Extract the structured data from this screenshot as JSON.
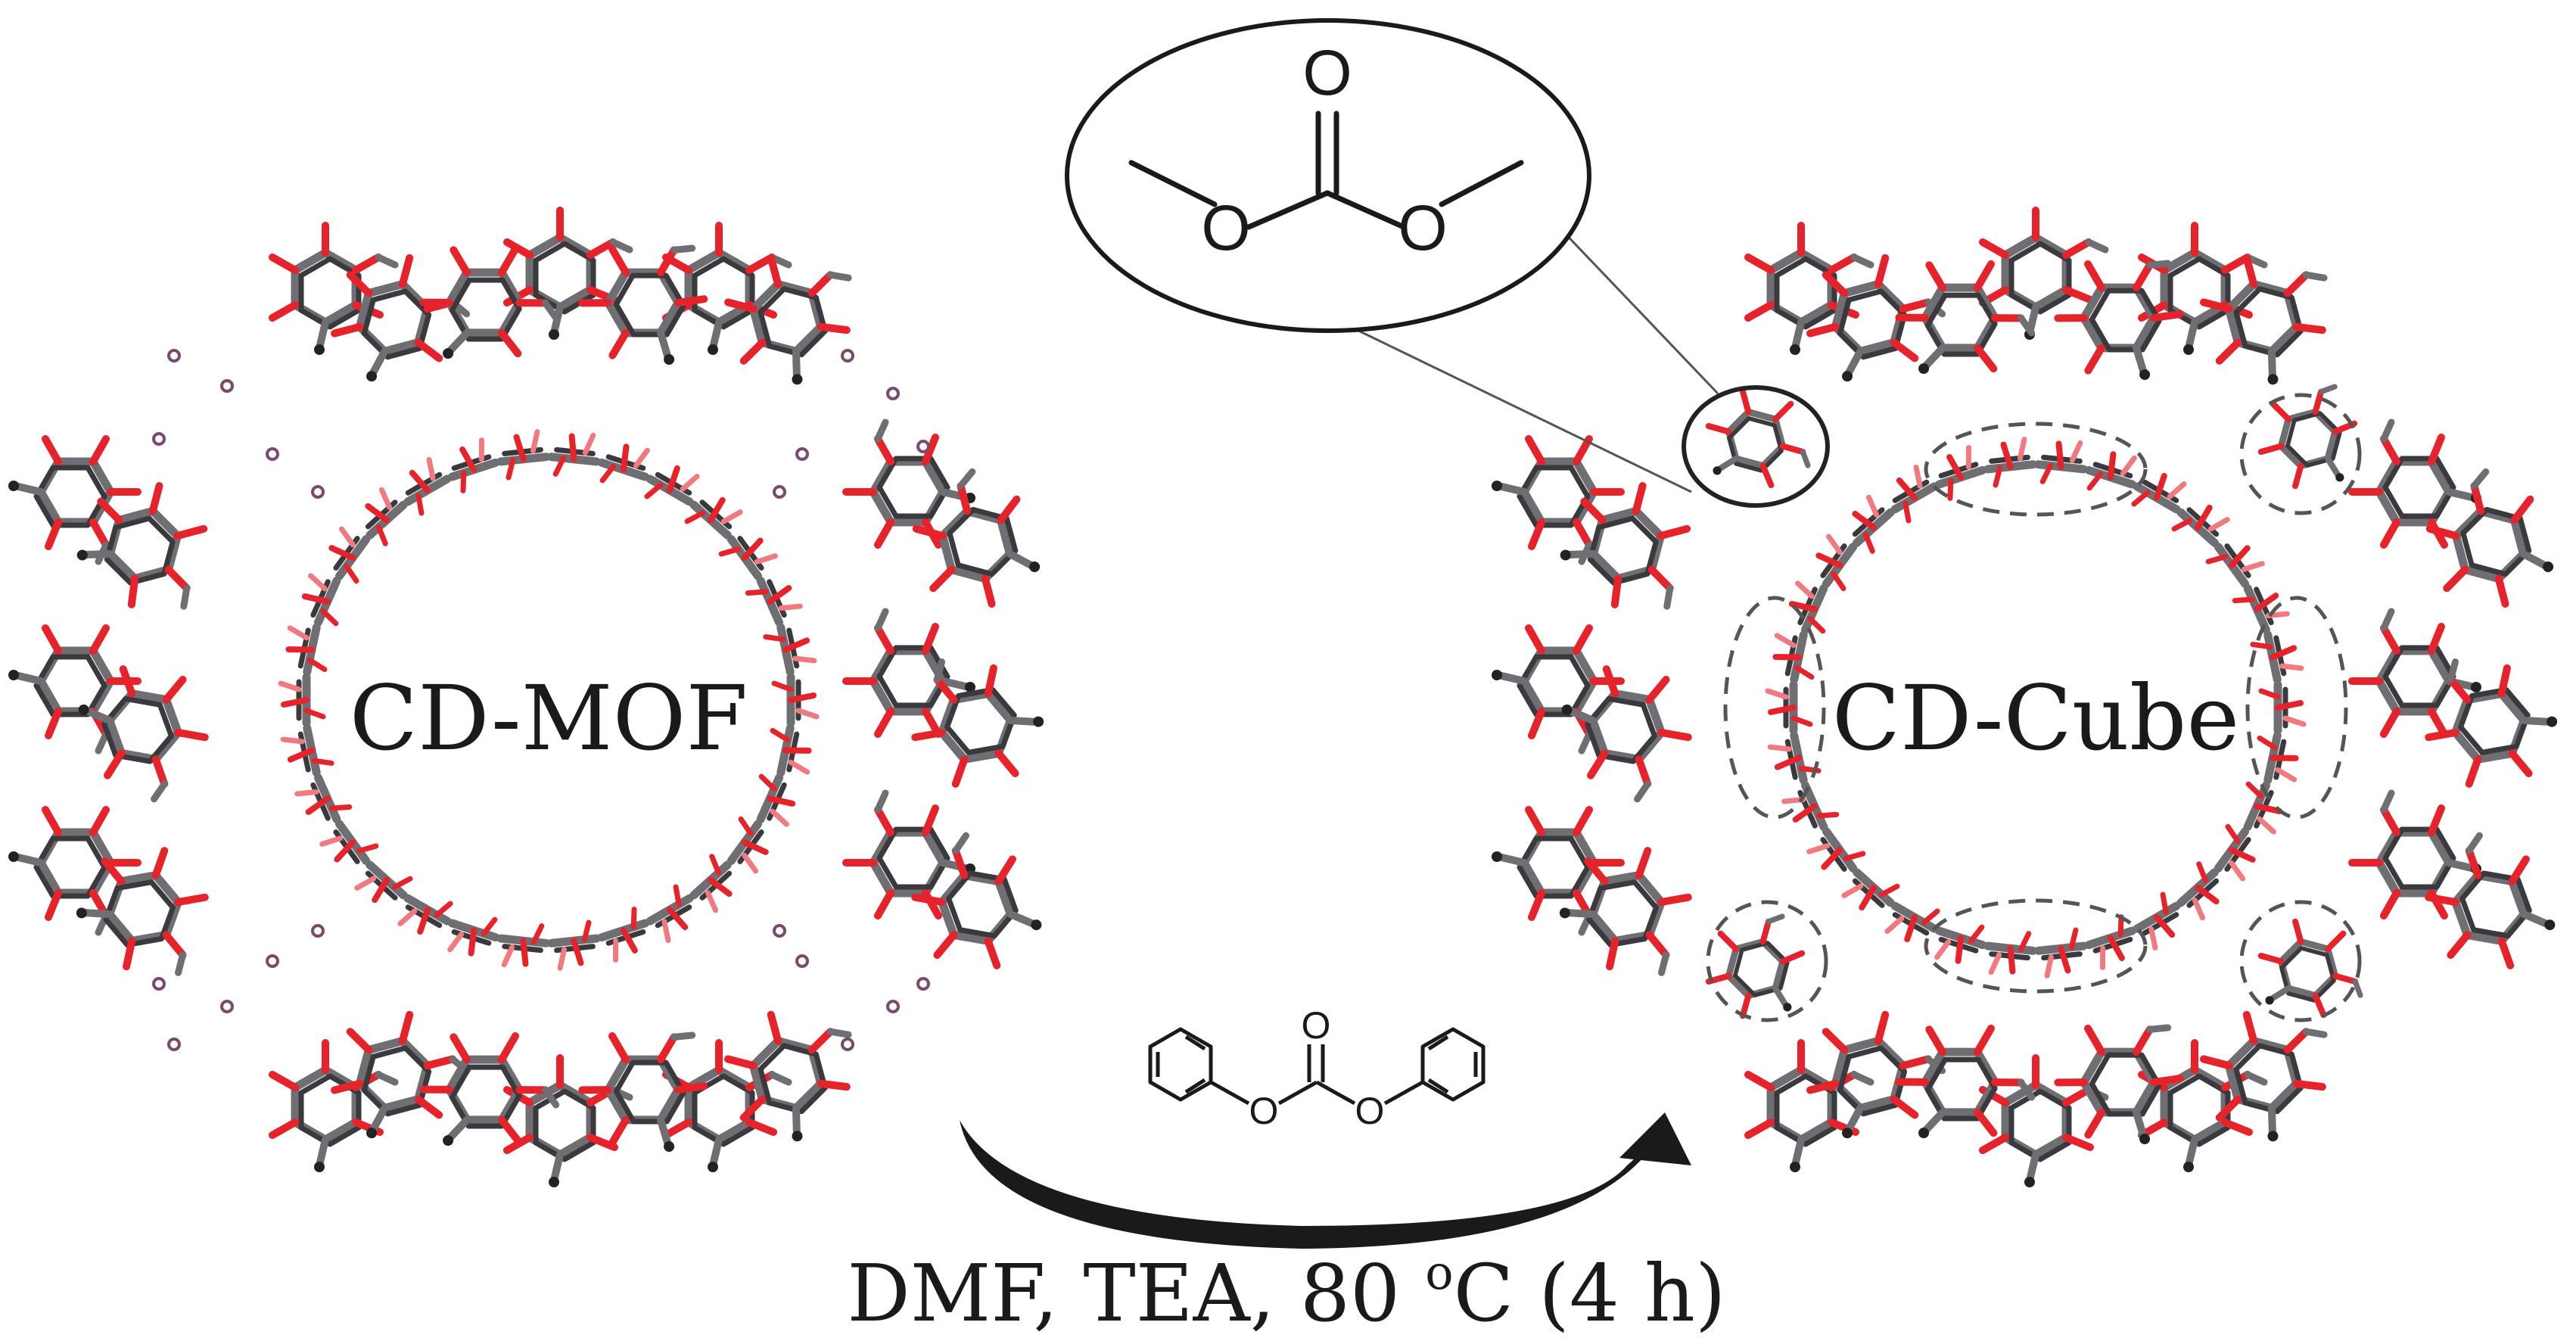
{
  "diagram": {
    "left_structure": {
      "label": "CD-MOF"
    },
    "right_structure": {
      "label": "CD-Cube"
    },
    "reaction": {
      "conditions_text_main": "DMF, TEA, 80 ",
      "conditions_text_sup": "o",
      "conditions_text_tail": "C (4 h)"
    },
    "zoom_inset": {
      "atom_o_top": "O",
      "atom_o_left": "O",
      "atom_o_right": "O"
    },
    "reagent": {
      "atom_o_top": "O",
      "atom_o_left": "O",
      "atom_o_right": "O"
    }
  },
  "colors": {
    "carbon_bond": "#6f6f73",
    "carbon_bond_dark": "#3a3a3e",
    "oxygen_bond": "#e6222a",
    "oxygen_light": "#f07a80",
    "text": "#1a1a1a",
    "ion": "#7a4a6a"
  }
}
